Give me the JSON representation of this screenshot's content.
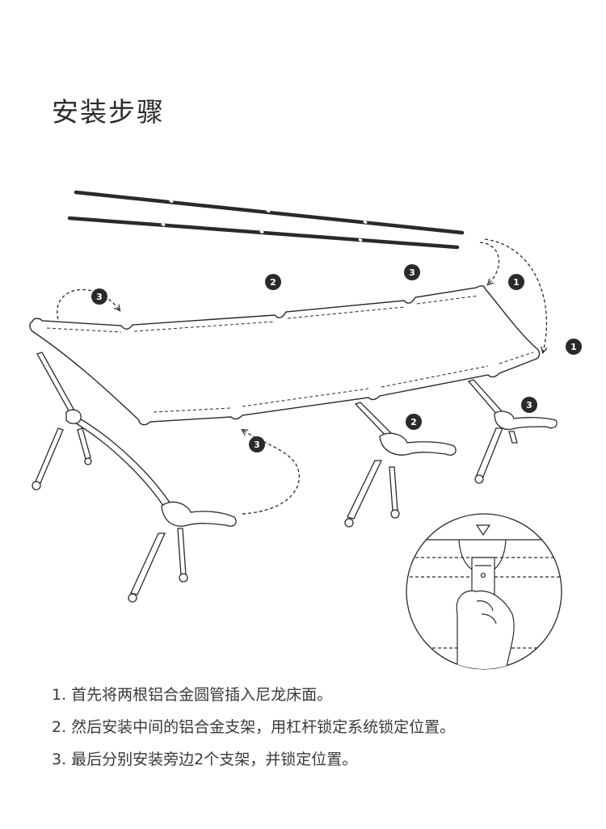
{
  "title": "安装步骤",
  "markers": [
    "1",
    "2",
    "3"
  ],
  "steps": [
    "1. 首先将两根铝合金圆管插入尼龙床面。",
    "2. 然后安装中间的铝合金支架，用杠杆锁定系统锁定位置。",
    "3. 最后分别安装旁边2个支架，并锁定位置。"
  ],
  "colors": {
    "ink": "#2a2a2a",
    "text": "#3a3a3a"
  }
}
